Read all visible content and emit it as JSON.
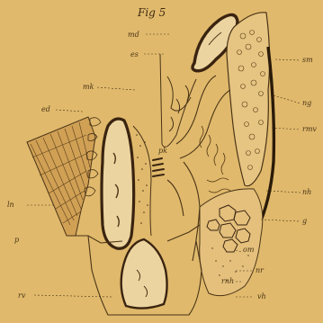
{
  "figure": {
    "title": "Fig 5"
  },
  "labels": {
    "md": "md",
    "es": "es",
    "mk": "mk",
    "ed": "ed",
    "pk": "pk",
    "sm": "sm",
    "ng": "ng",
    "rmv": "rmv",
    "nh": "nh",
    "g": "g",
    "ln": "ln",
    "p": "p",
    "rv": "rv",
    "om": "om",
    "nr": "nr",
    "rnh": "rnh",
    "vh": "vh"
  },
  "colors": {
    "paper": "#e0b96c",
    "ink": "#4a3416",
    "bone_outline": "#3a2410",
    "bone_fill": "#ecd4a0"
  }
}
